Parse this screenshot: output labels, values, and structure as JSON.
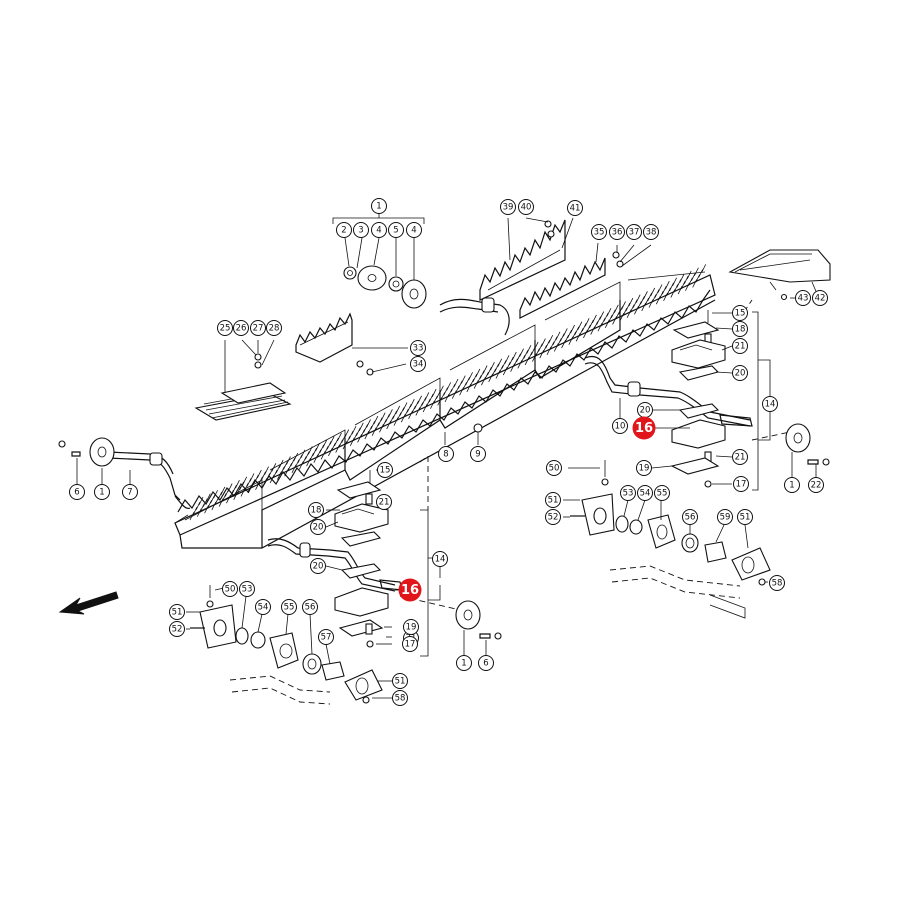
{
  "diagram": {
    "callouts": [
      {
        "id": "c1-top",
        "label": "1"
      },
      {
        "id": "c2",
        "label": "2"
      },
      {
        "id": "c3",
        "label": "3"
      },
      {
        "id": "c4a",
        "label": "4"
      },
      {
        "id": "c5",
        "label": "5"
      },
      {
        "id": "c4b",
        "label": "4"
      },
      {
        "id": "c39",
        "label": "39"
      },
      {
        "id": "c40",
        "label": "40"
      },
      {
        "id": "c41",
        "label": "41"
      },
      {
        "id": "c35",
        "label": "35"
      },
      {
        "id": "c36",
        "label": "36"
      },
      {
        "id": "c37",
        "label": "37"
      },
      {
        "id": "c38",
        "label": "38"
      },
      {
        "id": "c25",
        "label": "25"
      },
      {
        "id": "c26",
        "label": "26"
      },
      {
        "id": "c27",
        "label": "27"
      },
      {
        "id": "c28",
        "label": "28"
      },
      {
        "id": "c33",
        "label": "33"
      },
      {
        "id": "c34",
        "label": "34"
      },
      {
        "id": "c43",
        "label": "43"
      },
      {
        "id": "c42",
        "label": "42"
      },
      {
        "id": "c15r",
        "label": "15"
      },
      {
        "id": "c18r",
        "label": "18"
      },
      {
        "id": "c21r1",
        "label": "21"
      },
      {
        "id": "c20r1",
        "label": "20"
      },
      {
        "id": "c14r",
        "label": "14"
      },
      {
        "id": "c20r2",
        "label": "20"
      },
      {
        "id": "c10",
        "label": "10"
      },
      {
        "id": "c1-right",
        "label": "1"
      },
      {
        "id": "c22",
        "label": "22"
      },
      {
        "id": "c19r",
        "label": "19"
      },
      {
        "id": "c21r2",
        "label": "21"
      },
      {
        "id": "c17r",
        "label": "17"
      },
      {
        "id": "c8",
        "label": "8"
      },
      {
        "id": "c9",
        "label": "9"
      },
      {
        "id": "c6-left",
        "label": "6"
      },
      {
        "id": "c1-left",
        "label": "1"
      },
      {
        "id": "c7",
        "label": "7"
      },
      {
        "id": "c15m",
        "label": "15"
      },
      {
        "id": "c21m1",
        "label": "21"
      },
      {
        "id": "c18m",
        "label": "18"
      },
      {
        "id": "c20m1",
        "label": "20"
      },
      {
        "id": "c14m",
        "label": "14"
      },
      {
        "id": "c20m2",
        "label": "20"
      },
      {
        "id": "c21m2",
        "label": "21"
      },
      {
        "id": "c19m",
        "label": "19"
      },
      {
        "id": "c17m",
        "label": "17"
      },
      {
        "id": "c1-bottom",
        "label": "1"
      },
      {
        "id": "c6-bottom",
        "label": "6"
      },
      {
        "id": "c50r",
        "label": "50"
      },
      {
        "id": "c51r1",
        "label": "51"
      },
      {
        "id": "c52r",
        "label": "52"
      },
      {
        "id": "c53r",
        "label": "53"
      },
      {
        "id": "c54r",
        "label": "54"
      },
      {
        "id": "c55r",
        "label": "55"
      },
      {
        "id": "c56r",
        "label": "56"
      },
      {
        "id": "c59",
        "label": "59"
      },
      {
        "id": "c51r2",
        "label": "51"
      },
      {
        "id": "c58r",
        "label": "58"
      },
      {
        "id": "c50l",
        "label": "50"
      },
      {
        "id": "c53l",
        "label": "53"
      },
      {
        "id": "c51l1",
        "label": "51"
      },
      {
        "id": "c52l",
        "label": "52"
      },
      {
        "id": "c54l",
        "label": "54"
      },
      {
        "id": "c55l",
        "label": "55"
      },
      {
        "id": "c56l",
        "label": "56"
      },
      {
        "id": "c57",
        "label": "57"
      },
      {
        "id": "c51l2",
        "label": "51"
      },
      {
        "id": "c58l",
        "label": "58"
      }
    ],
    "highlights": [
      {
        "id": "h16-right",
        "label": "16"
      },
      {
        "id": "h16-left",
        "label": "16"
      }
    ],
    "colors": {
      "highlight": "#e0161b",
      "line": "#111111",
      "background": "#ffffff"
    }
  }
}
